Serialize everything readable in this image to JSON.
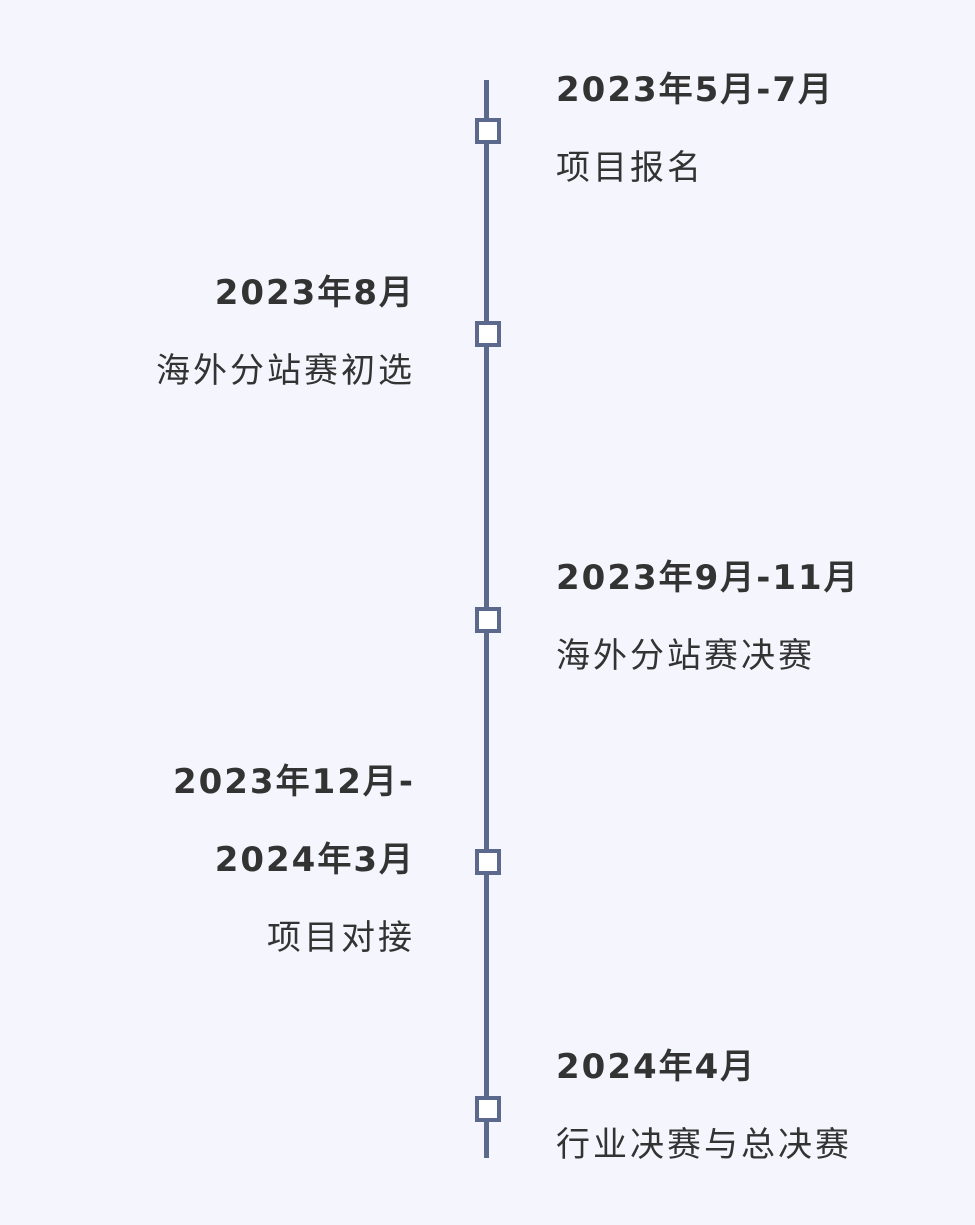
{
  "timeline": {
    "events": [
      {
        "date": "2023年5月-7月",
        "title": "项目报名"
      },
      {
        "date": "2023年8月",
        "title": "海外分站赛初选"
      },
      {
        "date": "2023年9月-11月",
        "title": "海外分站赛决赛"
      },
      {
        "date_line1": "2023年12月-",
        "date_line2": "2024年3月",
        "title": "项目对接"
      },
      {
        "date": "2024年4月",
        "title": "行业决赛与总决赛"
      }
    ]
  },
  "colors": {
    "background": "#f5f6fd",
    "line": "#5b6a8c",
    "node_fill": "#ffffff",
    "text": "#333333"
  }
}
